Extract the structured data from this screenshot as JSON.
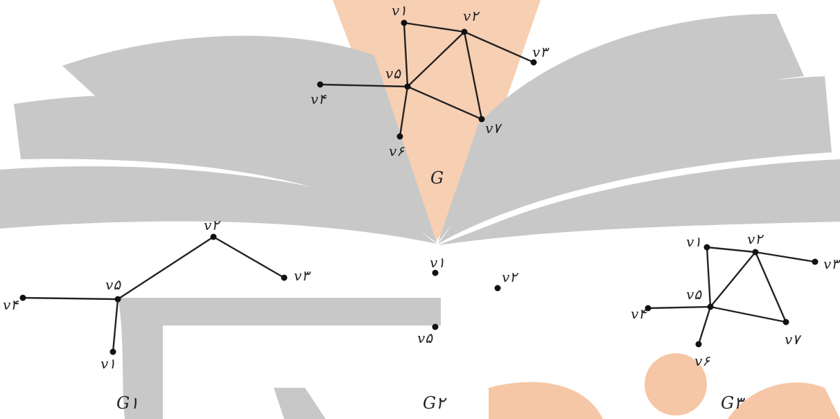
{
  "graphs": [
    {
      "id": "G",
      "caption": "G",
      "vertices": [
        {
          "id": "v1",
          "label": "v۱"
        },
        {
          "id": "v2",
          "label": "v۲"
        },
        {
          "id": "v3",
          "label": "v۳"
        },
        {
          "id": "v4",
          "label": "v۴"
        },
        {
          "id": "v5",
          "label": "v۵"
        },
        {
          "id": "v6",
          "label": "v۶"
        },
        {
          "id": "v7",
          "label": "v۷"
        }
      ],
      "edges": [
        [
          "v1",
          "v2"
        ],
        [
          "v1",
          "v5"
        ],
        [
          "v2",
          "v3"
        ],
        [
          "v2",
          "v5"
        ],
        [
          "v2",
          "v7"
        ],
        [
          "v4",
          "v5"
        ],
        [
          "v5",
          "v6"
        ],
        [
          "v5",
          "v7"
        ]
      ]
    },
    {
      "id": "G1",
      "caption": "G۱",
      "vertices": [
        {
          "id": "v2",
          "label": "v۲"
        },
        {
          "id": "v3",
          "label": "v۳"
        },
        {
          "id": "v5",
          "label": "v۵"
        },
        {
          "id": "v4",
          "label": "v۴"
        },
        {
          "id": "v1",
          "label": "v۱"
        }
      ],
      "edges": [
        [
          "v5",
          "v2"
        ],
        [
          "v2",
          "v3"
        ],
        [
          "v4",
          "v5"
        ],
        [
          "v5",
          "v1"
        ]
      ]
    },
    {
      "id": "G2",
      "caption": "G۲",
      "vertices": [
        {
          "id": "v1",
          "label": "v۱"
        },
        {
          "id": "v2",
          "label": "v۲"
        },
        {
          "id": "v5",
          "label": "v۵"
        }
      ],
      "edges": []
    },
    {
      "id": "G3",
      "caption": "G۳",
      "vertices": [
        {
          "id": "v1",
          "label": "v۱"
        },
        {
          "id": "v2",
          "label": "v۲"
        },
        {
          "id": "v3",
          "label": "v۳"
        },
        {
          "id": "v5",
          "label": "v۵"
        },
        {
          "id": "v4",
          "label": "v۴"
        },
        {
          "id": "v7",
          "label": "v۷"
        },
        {
          "id": "v6",
          "label": "v۶"
        }
      ],
      "edges": [
        [
          "v1",
          "v2"
        ],
        [
          "v2",
          "v3"
        ],
        [
          "v1",
          "v5"
        ],
        [
          "v2",
          "v5"
        ],
        [
          "v2",
          "v7"
        ],
        [
          "v5",
          "v7"
        ],
        [
          "v4",
          "v5"
        ],
        [
          "v5",
          "v6"
        ]
      ]
    }
  ],
  "colors": {
    "watermark_gray": "#c8c8c8",
    "watermark_orange": "#f6c7a6",
    "edge": "#222222",
    "node": "#111111"
  }
}
